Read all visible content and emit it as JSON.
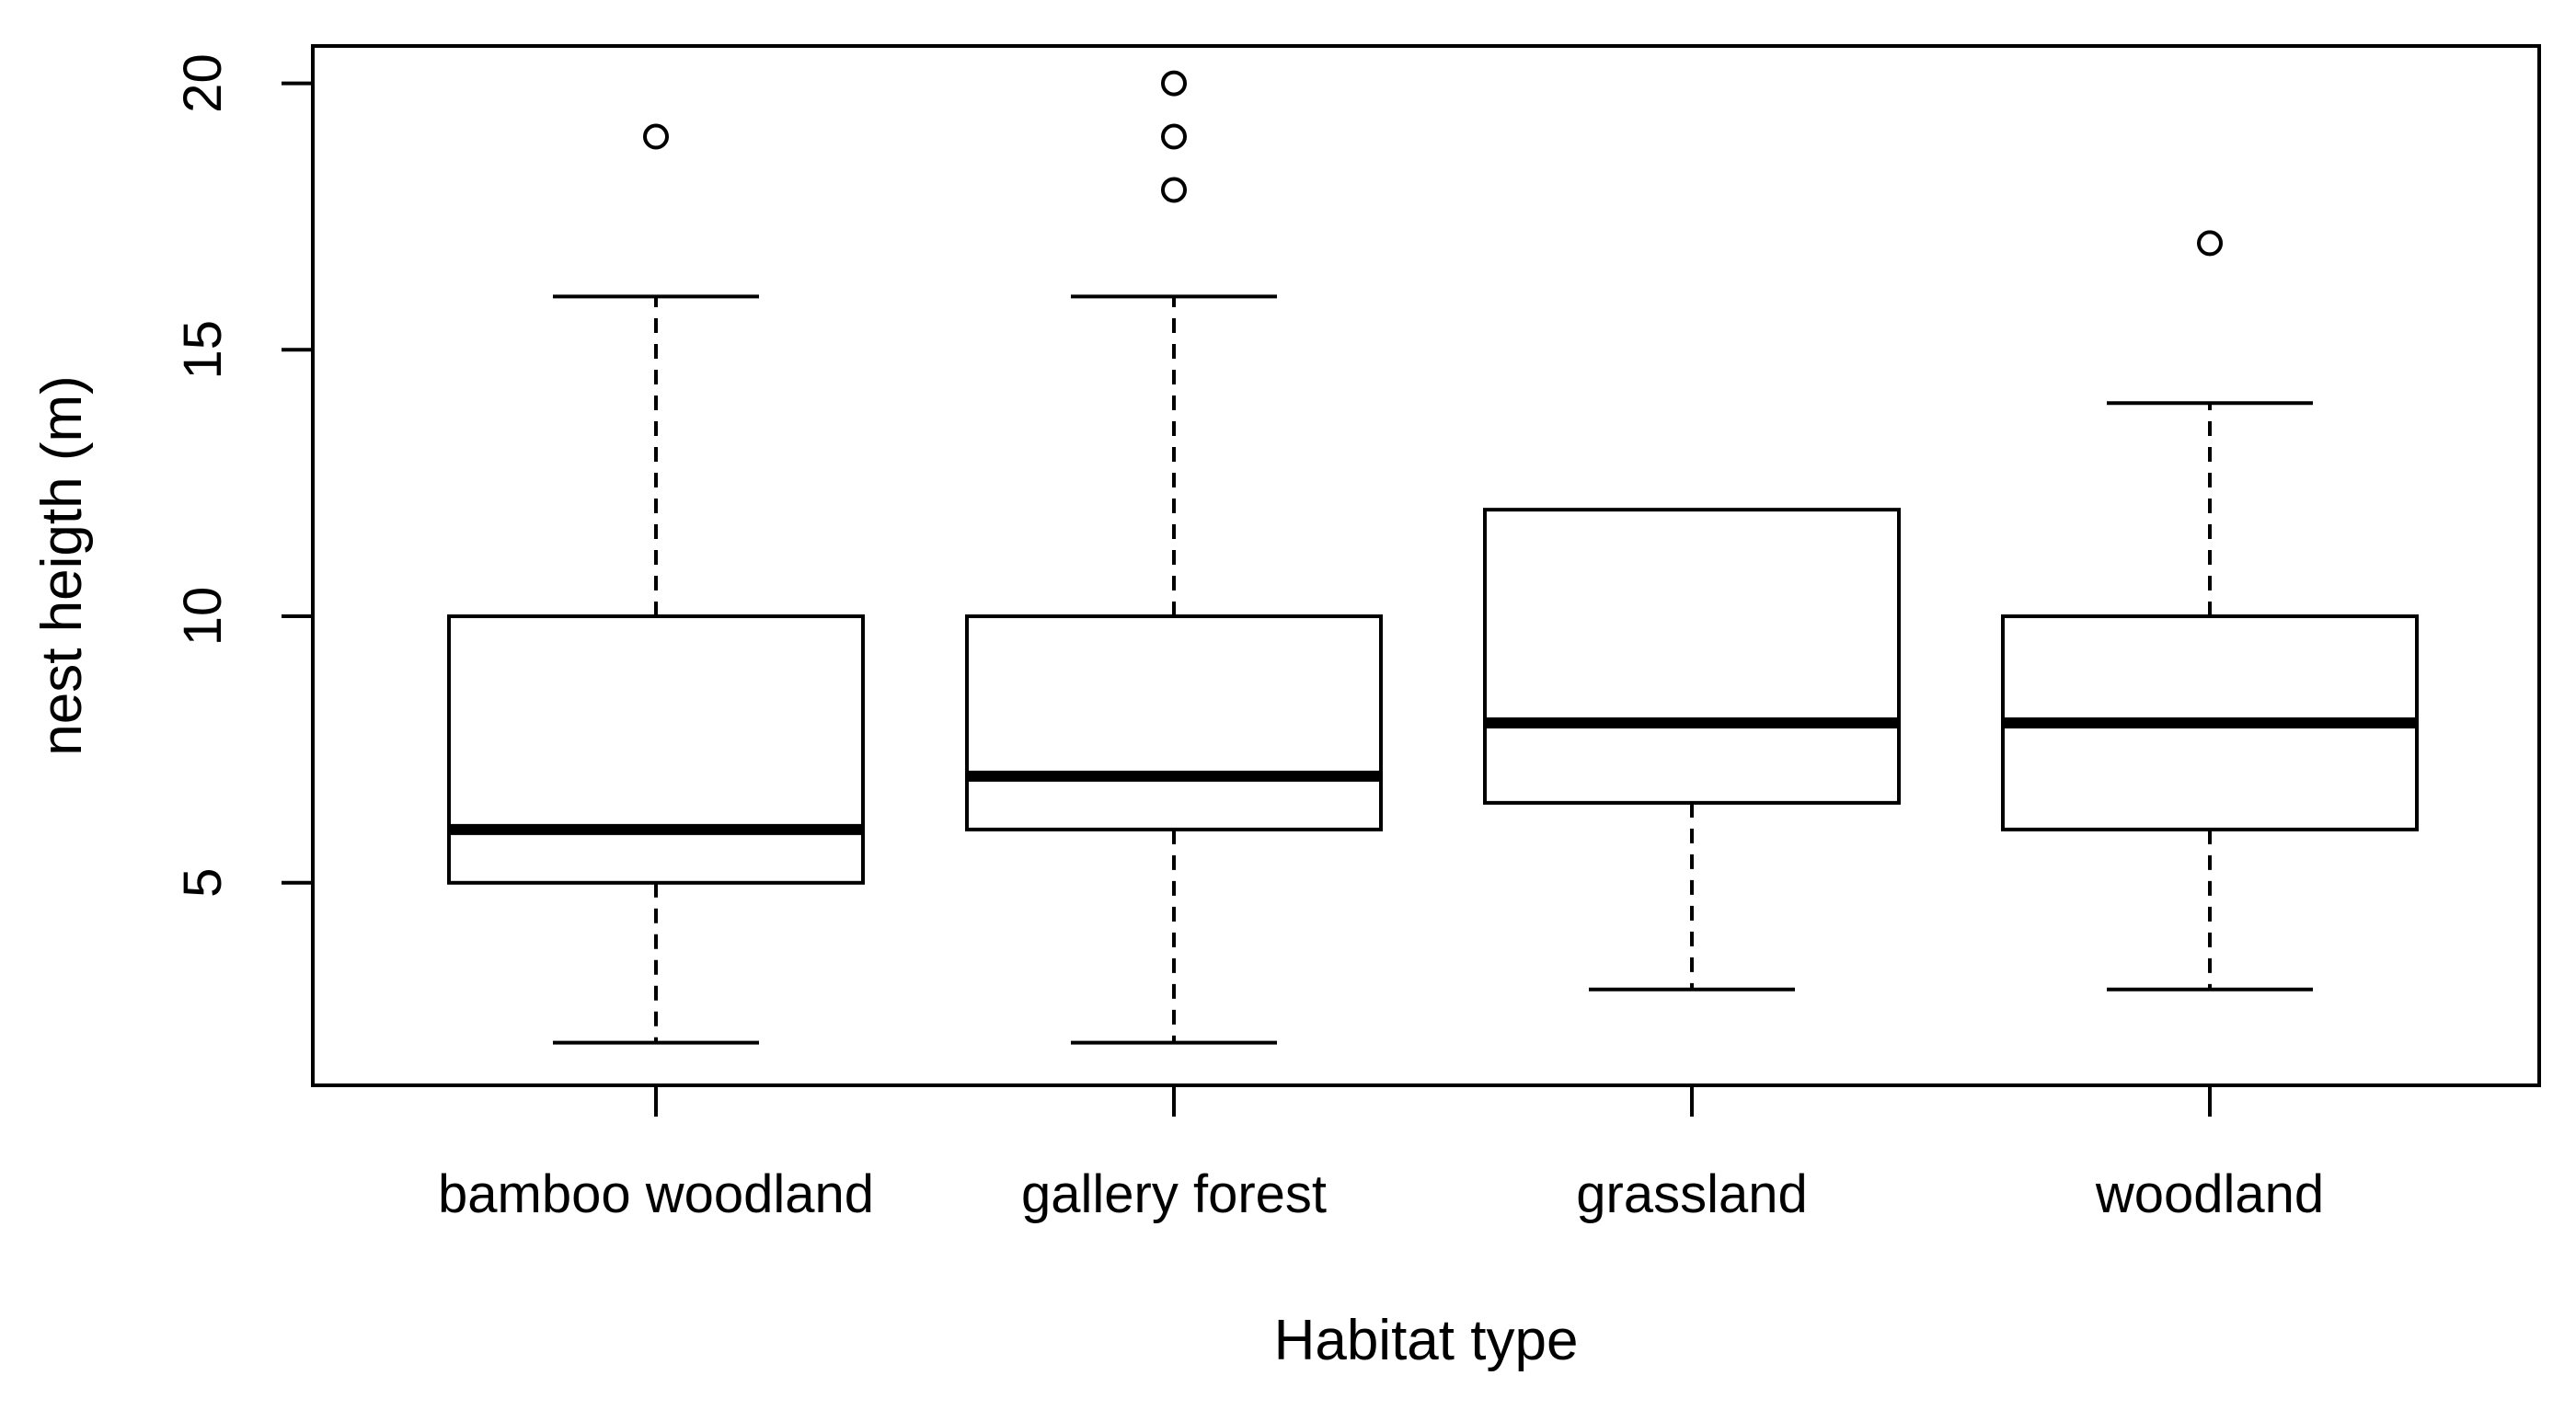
{
  "chart_data": {
    "type": "box",
    "title": "",
    "xlabel": "Habitat type",
    "ylabel": "nest heigth (m)",
    "ylim": [
      1.2,
      20.7
    ],
    "yticks": [
      5,
      10,
      15,
      20
    ],
    "grid": false,
    "legend": "none",
    "categories": [
      "bamboo woodland",
      "gallery forest",
      "grassland",
      "woodland"
    ],
    "boxes": [
      {
        "category": "bamboo woodland",
        "whisker_low": 2,
        "q1": 5,
        "median": 6,
        "q3": 10,
        "whisker_high": 16,
        "outliers": [
          19
        ]
      },
      {
        "category": "gallery forest",
        "whisker_low": 2,
        "q1": 6,
        "median": 7,
        "q3": 10,
        "whisker_high": 16,
        "outliers": [
          18,
          19,
          20
        ]
      },
      {
        "category": "grassland",
        "whisker_low": 3,
        "q1": 6.5,
        "median": 8,
        "q3": 12,
        "whisker_high": 12,
        "outliers": []
      },
      {
        "category": "woodland",
        "whisker_low": 3,
        "q1": 6,
        "median": 8,
        "q3": 10,
        "whisker_high": 14,
        "outliers": [
          17
        ]
      }
    ],
    "colors": {
      "box_fill": "#ffffff",
      "stroke": "#000000"
    }
  }
}
